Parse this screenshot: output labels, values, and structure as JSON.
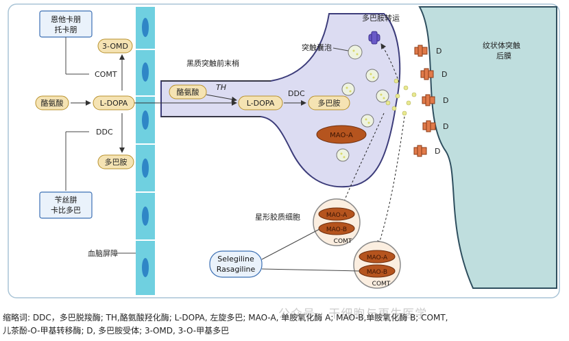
{
  "labels": {
    "entacapone": [
      "恩他卡朋",
      "托卡朋"
    ],
    "omd": "3-OMD",
    "comt": "COMT",
    "tyrosine_left": "酪氨酸",
    "ldopa_left": "L-DOPA",
    "ddc_left": "DDC",
    "dopamine_left": "多巴胺",
    "carbidopa": [
      "苄丝肼",
      "卡比多巴"
    ],
    "bbb": "血脑屏障",
    "nigral_terminal": "黑质突触前末梢",
    "tyrosine_right": "酪氨酸",
    "th": "TH",
    "ldopa_right": "L-DOPA",
    "ddc_right": "DDC",
    "dopamine_right": "多巴胺",
    "maoa_neuron": "MAO-A",
    "vesicle": "突触囊泡",
    "transporter": "多巴胺转运",
    "postsynaptic": [
      "纹状体突触",
      "后膜"
    ],
    "receptor": "D",
    "astrocyte": "星形胶质细胞",
    "maoa_glia": "MAO-A",
    "maob_glia": "MAO-B",
    "comt_glia": "COMT",
    "selegiline": [
      "Selegiline",
      "Rasagiline"
    ],
    "maoa_glia2": "MAO-A",
    "maob_glia2": "MAO-B",
    "comt_glia2": "COMT"
  },
  "caption": {
    "line1": "缩略词: DDC，多巴脱羧酶; TH,酪氨酸羟化酶; L-DOPA, 左旋多巴; MAO-A, 单胺氧化酶 A; MAO-B,单胺氧化酶 B; COMT,",
    "line2": "儿茶酚-O-甲基转移酶; D, 多巴胺受体; 3-OMD, 3-O-甲基多巴"
  },
  "watermark": "公众号 · 干细胞与再生医学",
  "colors": {
    "pill_fill": "#f5e3b3",
    "pill_stroke": "#b8922e",
    "neuron_fill": "#dcdcf2",
    "neuron_stroke": "#3c3c7a",
    "post_fill": "#bfdede",
    "barrier_fill": "#6fd0e0",
    "enzyme_fill": "#b5541e",
    "blue_box_fill": "#eaf2fb",
    "blue_box_stroke": "#3b6fb3",
    "receptor_fill": "#e07a4a"
  }
}
